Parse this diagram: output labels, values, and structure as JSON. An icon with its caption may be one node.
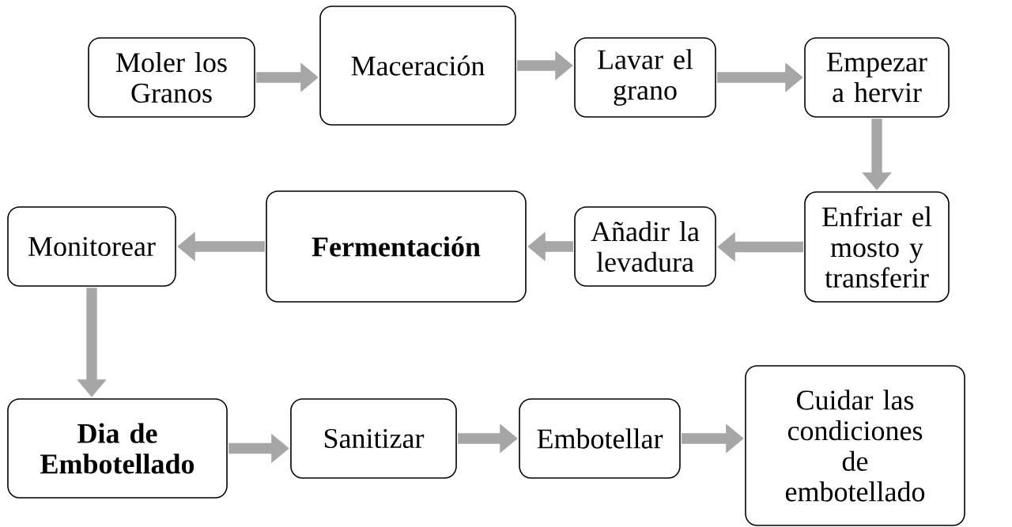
{
  "diagram": {
    "nodes": [
      {
        "text": [
          "Moler los Granos"
        ]
      },
      {
        "text": [
          "Maceración"
        ]
      },
      {
        "text": [
          "Lavar el grano"
        ]
      },
      {
        "text": [
          "Empezar a hervir"
        ]
      },
      {
        "text": [
          "Enfriar el mosto y transferir"
        ]
      },
      {
        "text": [
          "Añadir la levadura"
        ]
      },
      {
        "text": [
          "Fermentación"
        ]
      },
      {
        "text": [
          "Monitorear"
        ]
      },
      {
        "text": [
          "Dia de Embotellado"
        ]
      },
      {
        "text": [
          "Sanitizar"
        ]
      },
      {
        "text": [
          "Embotellar"
        ]
      },
      {
        "text": [
          "Cuidar las condiciones de embotellado"
        ]
      }
    ],
    "edges": [
      {
        "from": 0,
        "to": 1,
        "arrow": "to"
      },
      {
        "from": 1,
        "to": 2,
        "arrow": "to"
      },
      {
        "from": 2,
        "to": 3,
        "arrow": "to"
      },
      {
        "from": 3,
        "to": 4,
        "arrow": "to"
      },
      {
        "from": 4,
        "to": 5,
        "arrow": "to"
      },
      {
        "from": 5,
        "to": 6,
        "arrow": "to"
      },
      {
        "from": 6,
        "to": 7,
        "arrow": "to"
      },
      {
        "from": 7,
        "to": 8,
        "arrow": "to"
      },
      {
        "from": 8,
        "to": 9,
        "arrow": "to"
      },
      {
        "from": 9,
        "to": 10,
        "arrow": "to"
      },
      {
        "from": 10,
        "to": 11,
        "arrow": "to"
      }
    ]
  }
}
